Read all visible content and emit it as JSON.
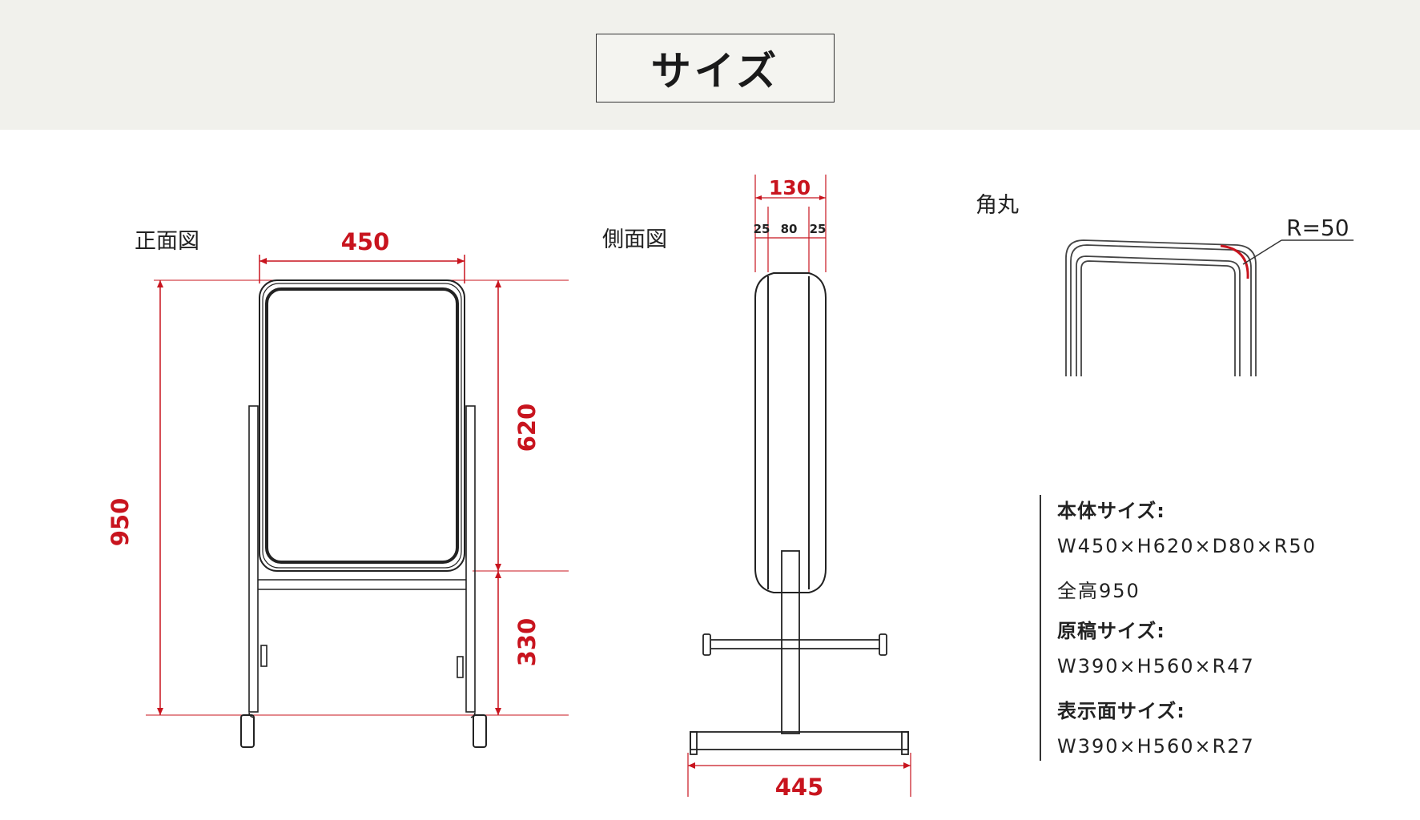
{
  "title": "サイズ",
  "views": {
    "front": "正面図",
    "side": "側面図",
    "corner": "角丸"
  },
  "dimensions": {
    "front_width": "450",
    "front_height_total": "950",
    "front_panel_height": "620",
    "front_leg_height": "330",
    "side_depth_total": "130",
    "side_left": "25",
    "side_center": "80",
    "side_right": "25",
    "side_base_width": "445",
    "corner_radius": "R=50"
  },
  "specs": [
    {
      "text": "本体サイズ:",
      "kind": "head"
    },
    {
      "text": "W450×H620×D80×R50",
      "kind": "value"
    },
    {
      "text": "全高950",
      "kind": "value"
    },
    {
      "text": "原稿サイズ:",
      "kind": "head"
    },
    {
      "text": "W390×H560×R47",
      "kind": "value"
    },
    {
      "text": "表示面サイズ:",
      "kind": "head"
    },
    {
      "text": "W390×H560×R27",
      "kind": "value"
    }
  ],
  "colors": {
    "dimension": "#c8141e",
    "line": "#222222",
    "header_band": "#f1f1ec"
  }
}
